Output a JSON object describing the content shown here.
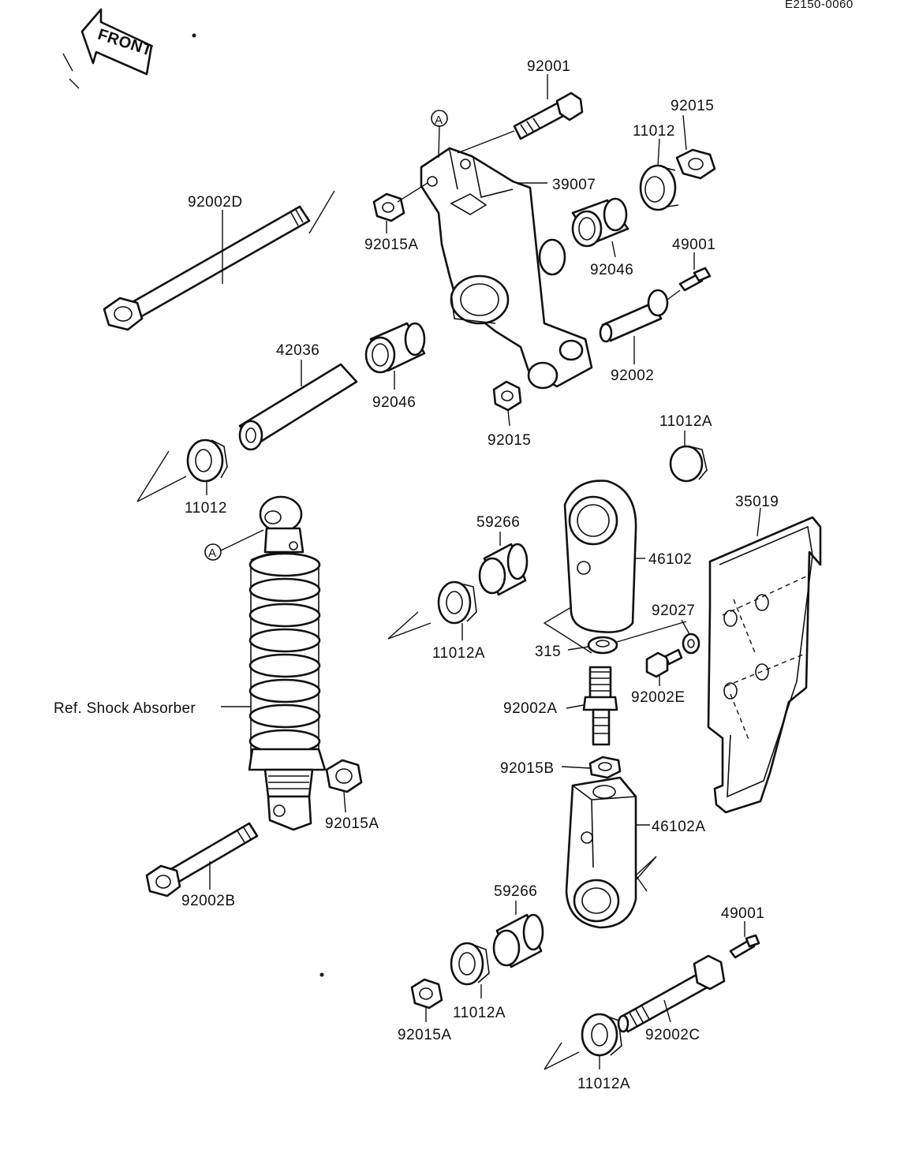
{
  "header": {
    "code": "E2150-0060",
    "front_label": "FRONT",
    "ref_marker": "A"
  },
  "parts": {
    "p92001": "92001",
    "p92015_top": "92015",
    "p11012_top": "11012",
    "p39007": "39007",
    "p92002D": "92002D",
    "p92015A_top": "92015A",
    "p92046_right": "92046",
    "p49001_top": "49001",
    "p42036": "42036",
    "p92046_left": "92046",
    "p92002": "92002",
    "p92015_mid": "92015",
    "p11012A_right": "11012A",
    "p11012_left": "11012",
    "p35019": "35019",
    "p59266_top": "59266",
    "p46102": "46102",
    "p92027": "92027",
    "p11012A_mid": "11012A",
    "p315": "315",
    "p92002E": "92002E",
    "ref_shock": "Ref. Shock Absorber",
    "p92002A": "92002A",
    "p92015B": "92015B",
    "p92015A_mid": "92015A",
    "p46102A": "46102A",
    "p92002B": "92002B",
    "p59266_bottom": "59266",
    "p49001_bottom": "49001",
    "p11012A_bottom": "11012A",
    "p92015A_bottom": "92015A",
    "p92002C": "92002C",
    "p11012A_last": "11012A"
  }
}
